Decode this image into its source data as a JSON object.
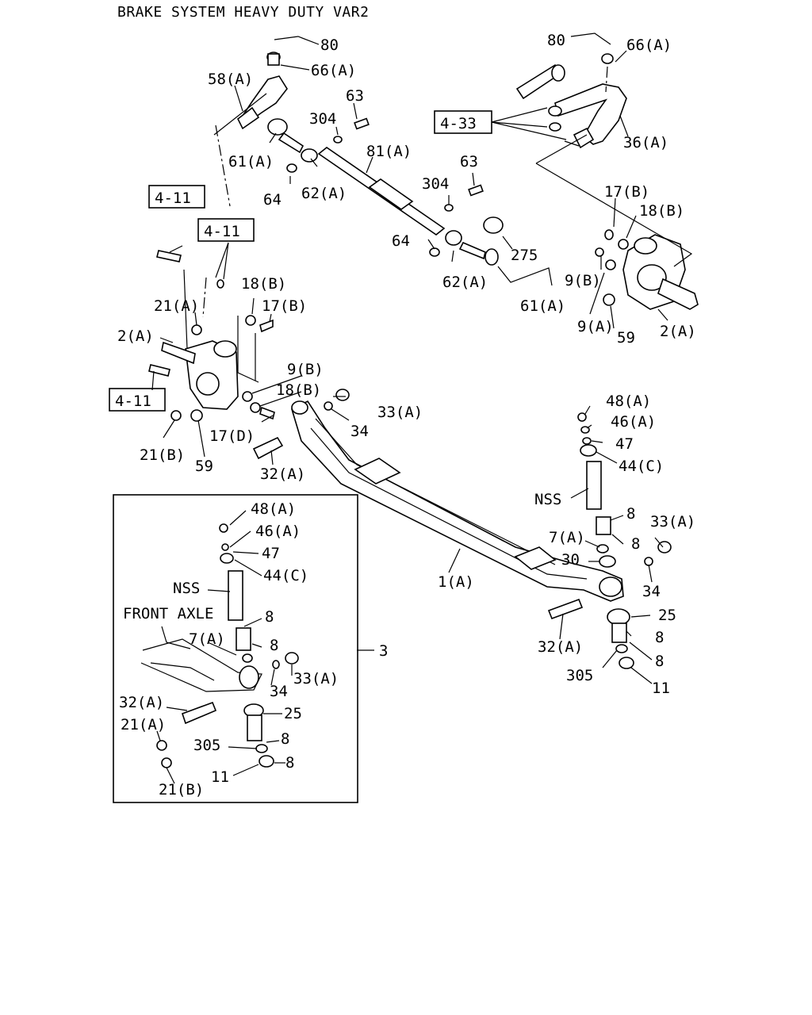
{
  "title": "BRAKE SYSTEM HEAVY DUTY VAR2",
  "refs": {
    "r411_top": "4-11",
    "r411_mid": "4-11",
    "r411_low": "4-11",
    "r433": "4-33"
  },
  "callouts": {
    "c80_l": "80",
    "c66a_l": "66(A)",
    "c58a": "58(A)",
    "c63_l": "63",
    "c304_l": "304",
    "c61a_l": "61(A)",
    "c81a": "81(A)",
    "c64_l": "64",
    "c62a_l": "62(A)",
    "c80_r": "80",
    "c66a_r": "66(A)",
    "c36a": "36(A)",
    "c304_m": "304",
    "c63_m": "63",
    "c17b_r": "17(B)",
    "c18b_r": "18(B)",
    "c64_m": "64",
    "c275": "275",
    "c62a_m": "62(A)",
    "c61a_m": "61(A)",
    "c9b_r": "9(B)",
    "c9a_r": "9(A)",
    "c59_r": "59",
    "c2a_r": "2(A)",
    "c18b_l": "18(B)",
    "c17b_l": "17(B)",
    "c21a_l": "21(A)",
    "c2a_l": "2(A)",
    "c9b_l": "9(B)",
    "c18b_l2": "18(B)",
    "c17d": "17(D)",
    "c21b_l": "21(B)",
    "c59_l": "59",
    "c33a_m": "33(A)",
    "c34_m": "34",
    "c32a_m": "32(A)",
    "c48a_r": "48(A)",
    "c46a_r": "46(A)",
    "c47_r": "47",
    "c44c_r": "44(C)",
    "cnss_r": "NSS",
    "c8_r1": "8",
    "c7a_r": "7(A)",
    "c8_r2": "8",
    "c30": "30",
    "c33a_r": "33(A)",
    "c34_r": "34",
    "c1a": "1(A)",
    "c25_r": "25",
    "c8_r3": "8",
    "c32a_r": "32(A)",
    "c8_r4": "8",
    "c305_r": "305",
    "c11_r": "11",
    "c48a_i": "48(A)",
    "c46a_i": "46(A)",
    "c47_i": "47",
    "c44c_i": "44(C)",
    "cnss_i": "NSS",
    "front_axle": "FRONT AXLE",
    "c8_i1": "8",
    "c7a_i": "7(A)",
    "c8_i2": "8",
    "c3": "3",
    "c34_i": "34",
    "c33a_i": "33(A)",
    "c32a_i": "32(A)",
    "c25_i": "25",
    "c21a_i": "21(A)",
    "c305_i": "305",
    "c8_i3": "8",
    "c8_i4": "8",
    "c11_i": "11",
    "c21b_i": "21(B)"
  }
}
